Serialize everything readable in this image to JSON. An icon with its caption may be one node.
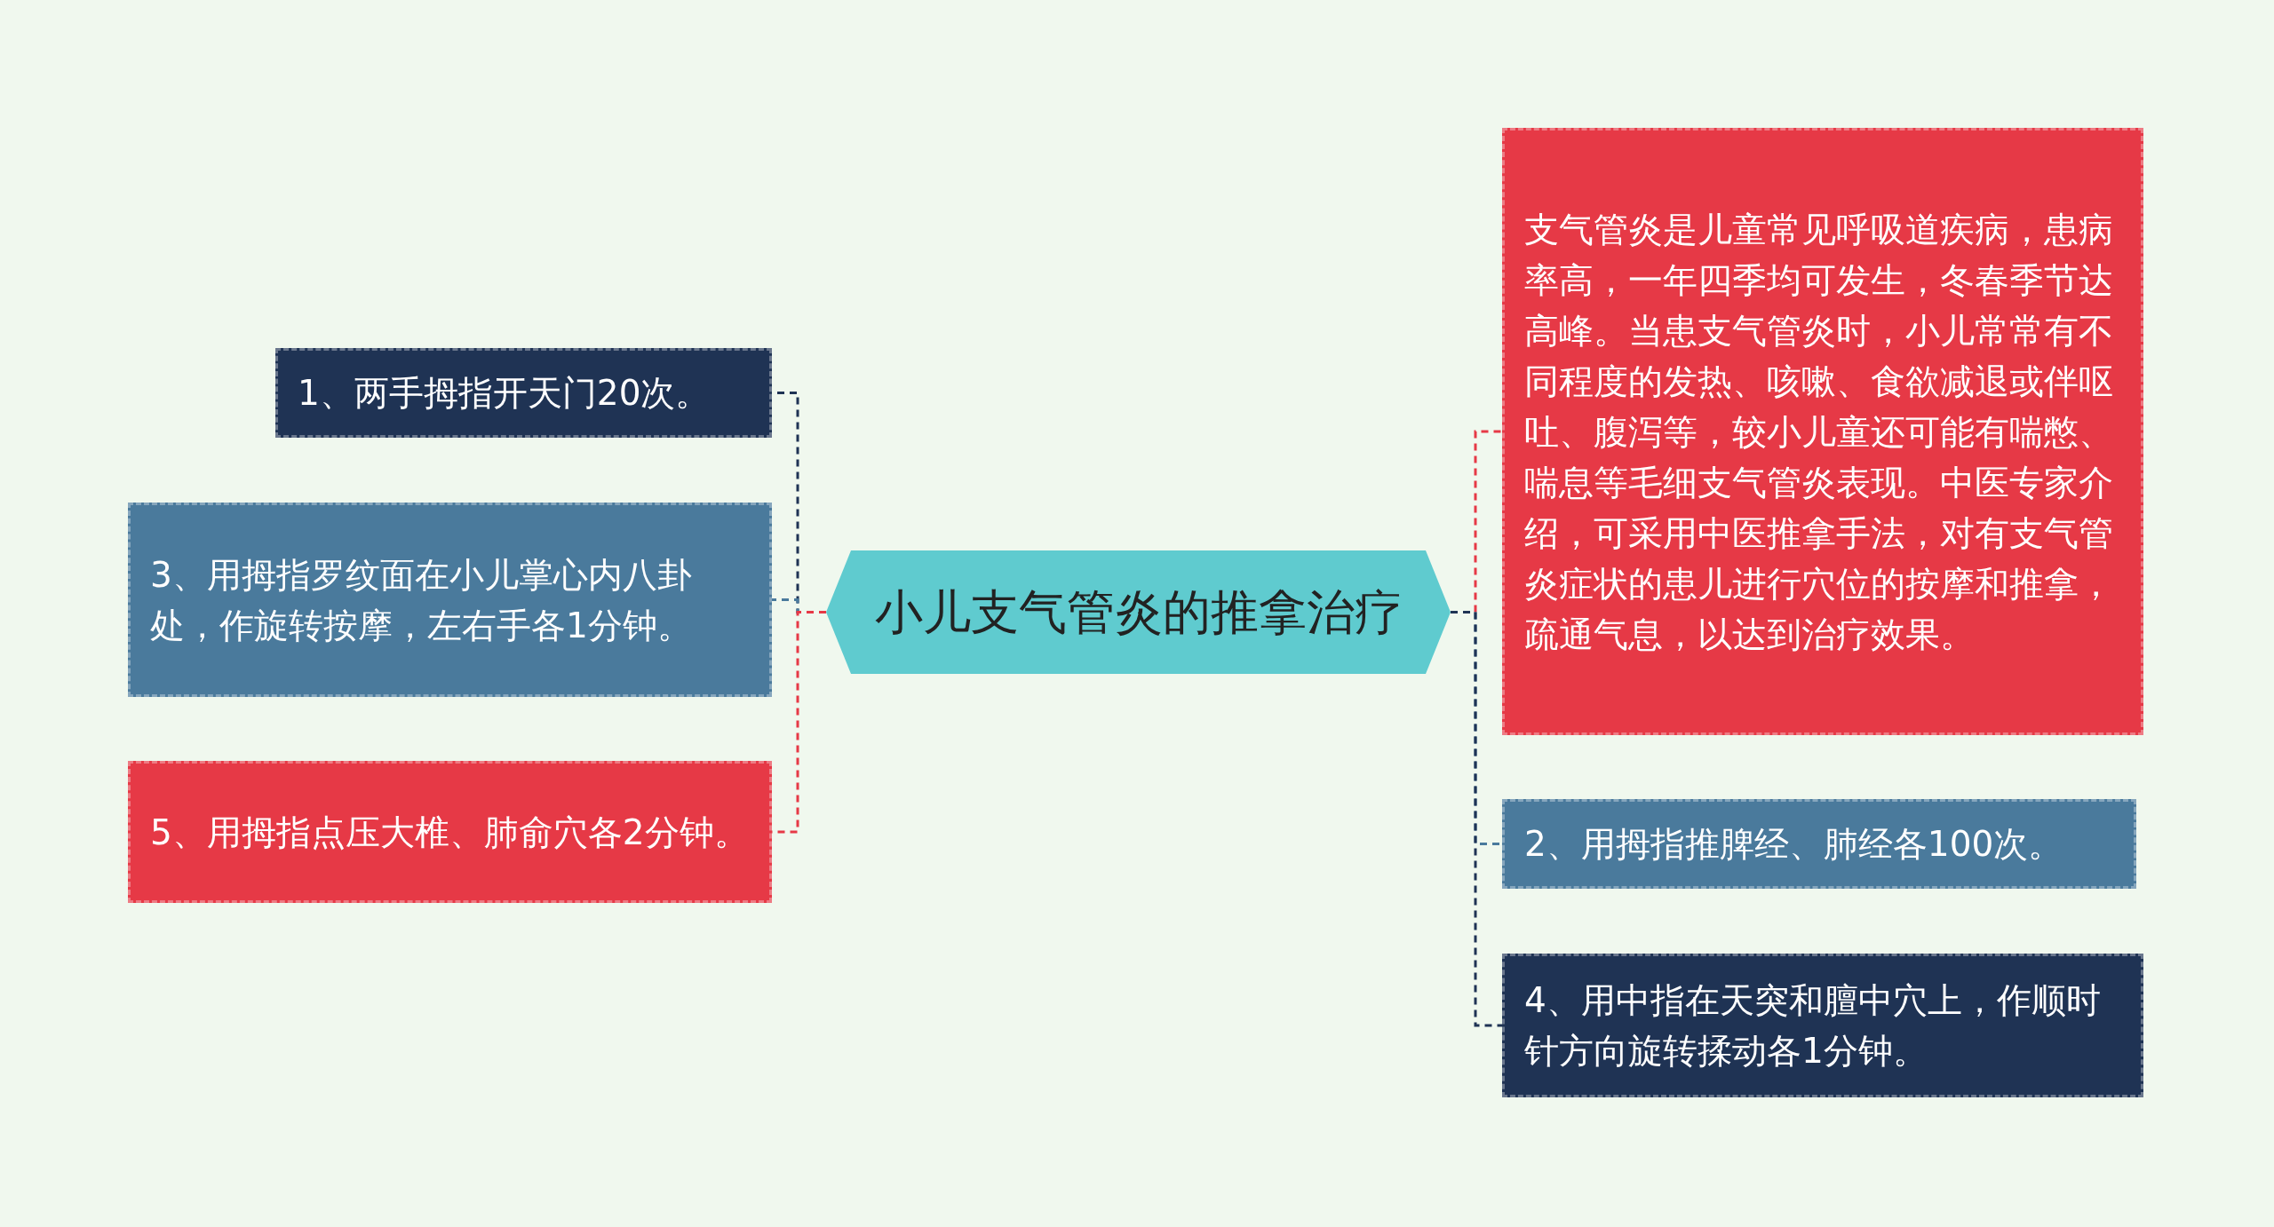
{
  "diagram": {
    "nodes": [
      {
        "text": [
          "小儿支气管炎的推拿治疗"
        ]
      },
      {
        "text": [
          "1、两手拇指开天门20次。"
        ]
      },
      {
        "text": [
          "3、用拇指罗纹面在小儿掌心内八卦处，作旋转按摩，左右手各1分钟。"
        ]
      },
      {
        "text": [
          "5、用拇指点压大椎、肺俞穴各2分钟。"
        ]
      },
      {
        "text": [
          "支气管炎是儿童常见呼吸道疾病，患病率高，一年四季均可发生，冬春季节达高峰。当患支气管炎时，小儿常常有不同程度的发热、咳嗽、食欲减退或伴呕吐、腹泻等，较小儿童还可能有喘憋、喘息等毛细支气管炎表现。中医专家介绍，可采用中医推拿手法，对有支气管炎症状的患儿进行穴位的按摩和推拿，疏通气息，以达到治疗效果。"
        ]
      },
      {
        "text": [
          "2、用拇指推脾经、肺经各100次。"
        ]
      },
      {
        "text": [
          "4、用中指在天突和膻中穴上，作顺时针方向旋转揉动各1分钟。"
        ]
      }
    ],
    "edges": [
      {
        "from": 0,
        "to": 1,
        "arrow": "none",
        "style": "dashed",
        "color": "#1f3354"
      },
      {
        "from": 0,
        "to": 2,
        "arrow": "none",
        "style": "dashed",
        "color": "#4a7a9c"
      },
      {
        "from": 0,
        "to": 3,
        "arrow": "none",
        "style": "dashed",
        "color": "#e63946"
      },
      {
        "from": 0,
        "to": 4,
        "arrow": "none",
        "style": "dashed",
        "color": "#e63946"
      },
      {
        "from": 0,
        "to": 5,
        "arrow": "none",
        "style": "dashed",
        "color": "#4a7a9c"
      },
      {
        "from": 0,
        "to": 6,
        "arrow": "none",
        "style": "dashed",
        "color": "#1f3354"
      }
    ]
  }
}
